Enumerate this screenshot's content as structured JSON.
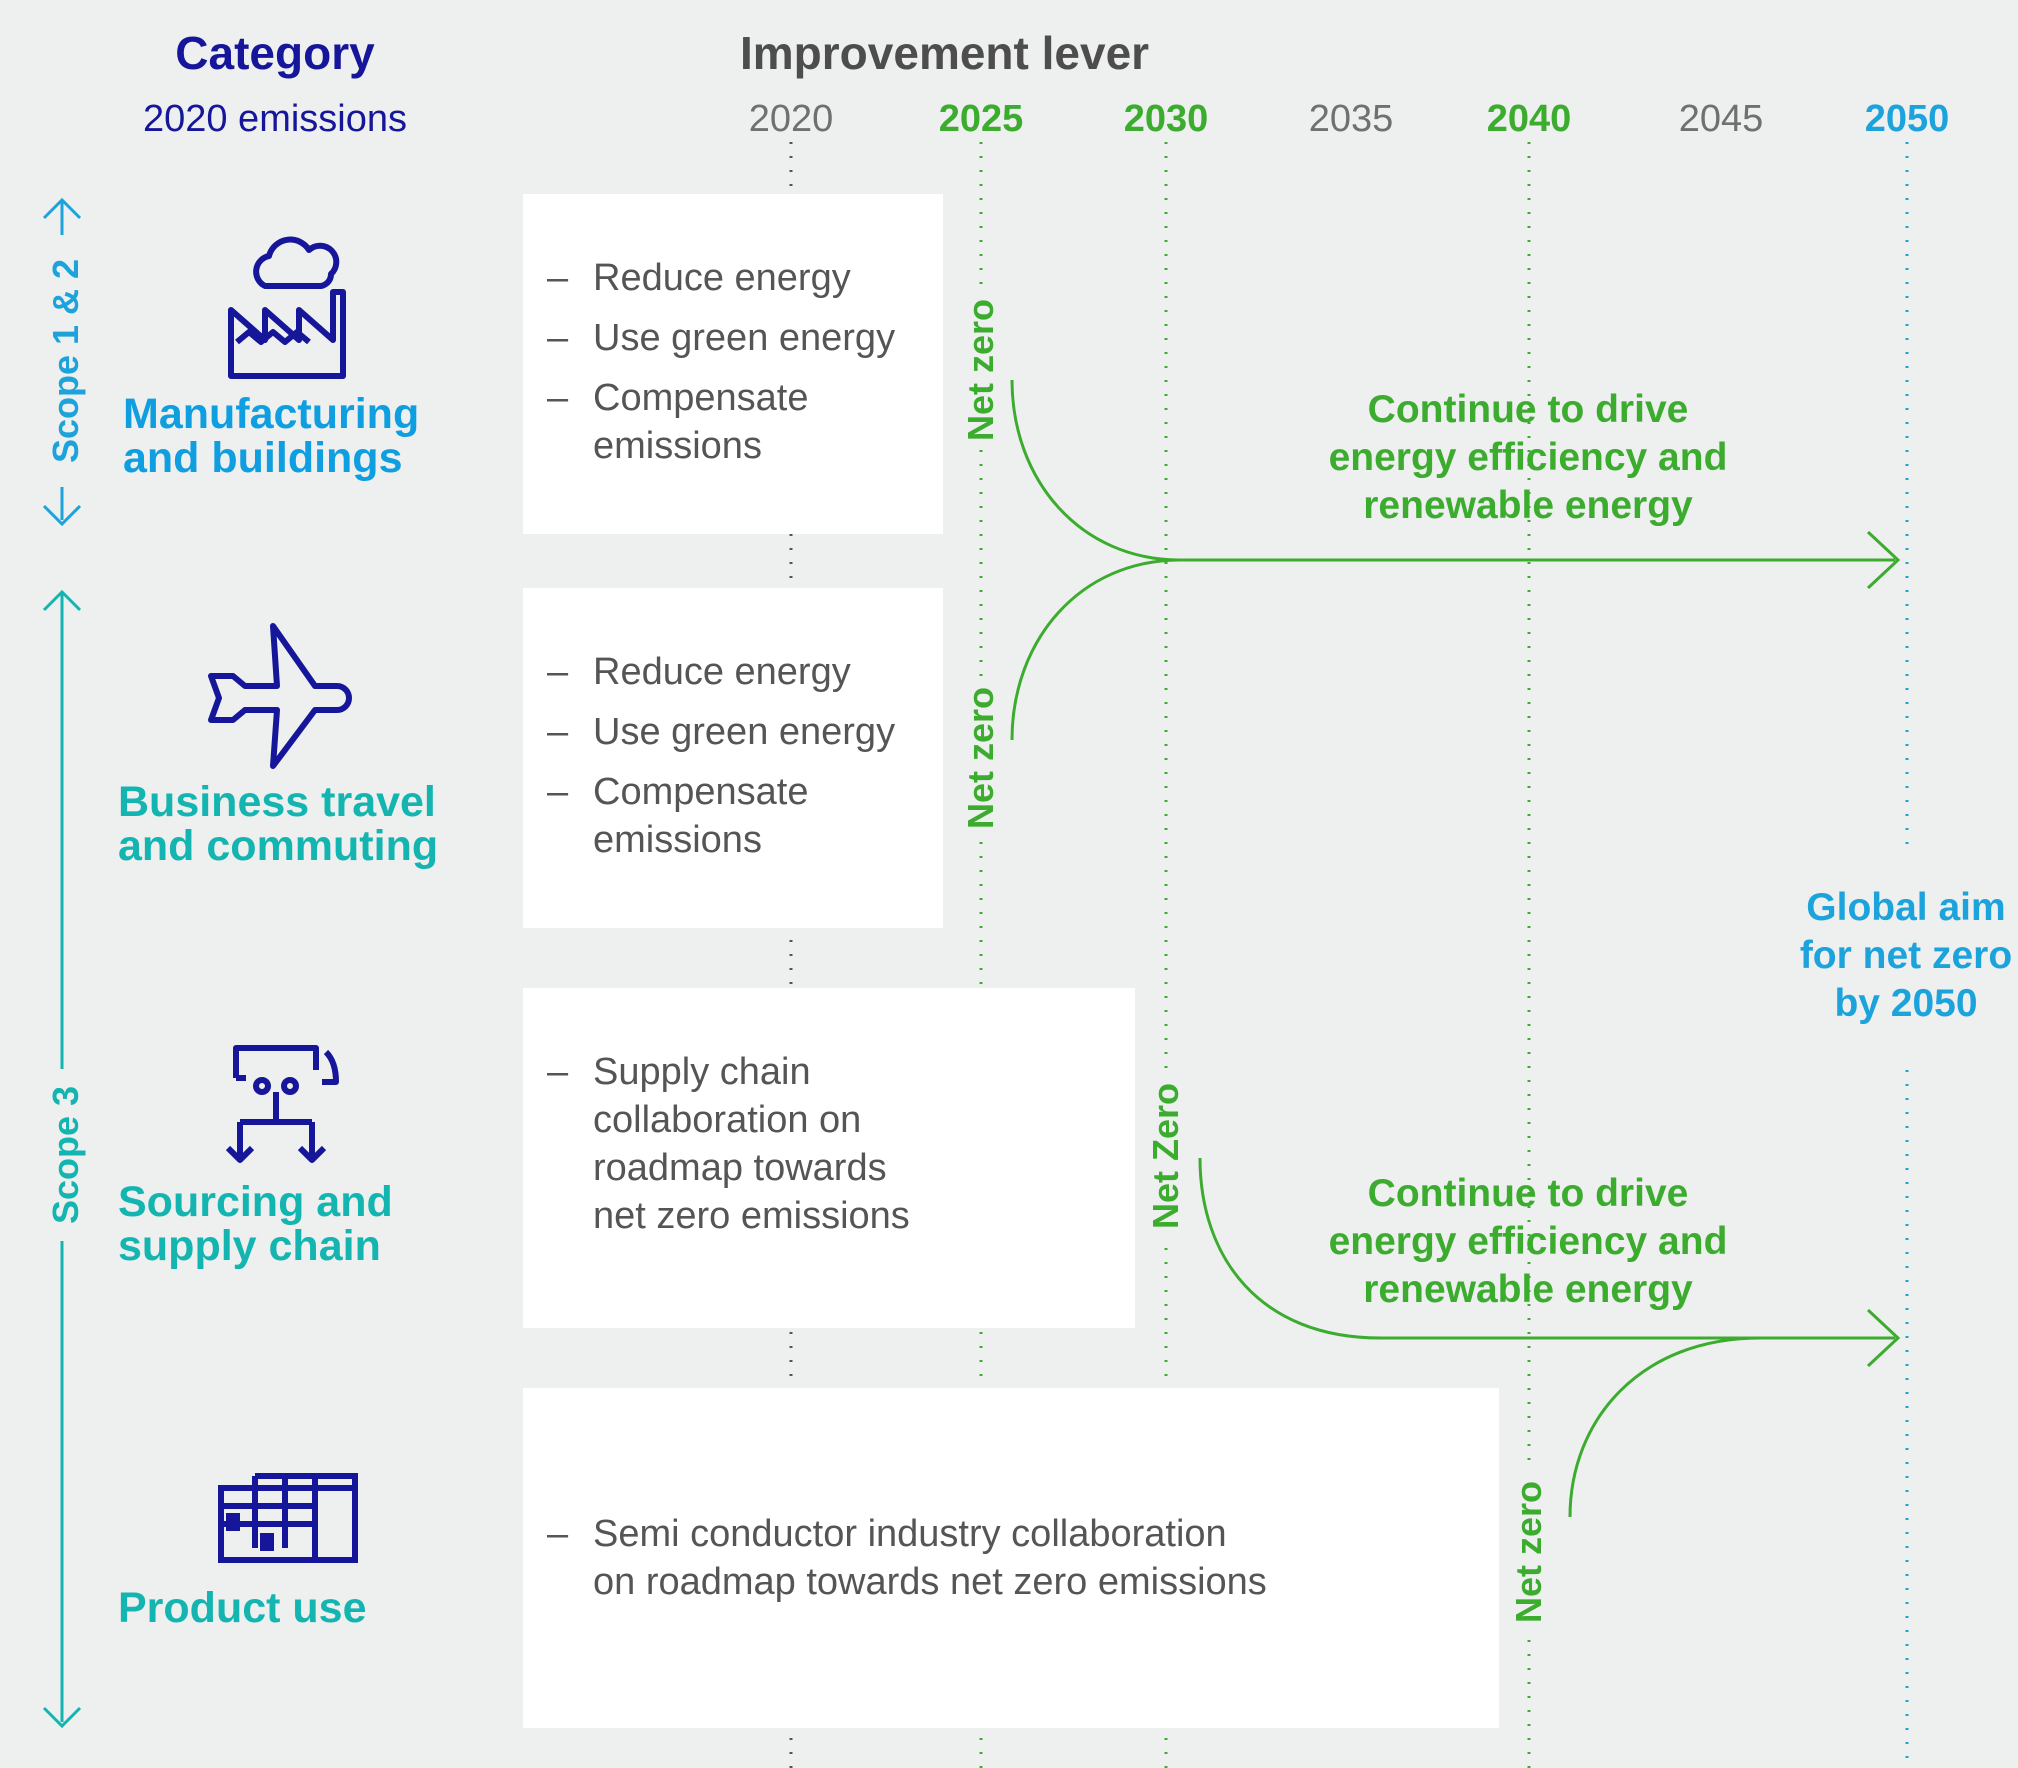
{
  "header": {
    "category": "Category",
    "subtitle": "2020 emissions",
    "lever": "Improvement lever"
  },
  "years": [
    "2020",
    "2025",
    "2030",
    "2035",
    "2040",
    "2045",
    "2050"
  ],
  "colors": {
    "background": "#eeefef",
    "navy": "#16169a",
    "green": "#3cac2f",
    "blue": "#1da3dc",
    "teal": "#14b5b0",
    "grey_text": "#555555"
  },
  "scopes": {
    "scope12": "Scope 1 & 2",
    "scope3": "Scope 3"
  },
  "categories": [
    {
      "label": "Manufacturing\nand buildings",
      "icon": "factory-icon"
    },
    {
      "label": "Business travel\nand commuting",
      "icon": "airplane-icon"
    },
    {
      "label": "Sourcing and\nsupply chain",
      "icon": "supply-chain-icon"
    },
    {
      "label": "Product use",
      "icon": "chip-icon"
    }
  ],
  "levers": [
    [
      "Reduce energy",
      "Use green energy",
      "Compensate\nemissions"
    ],
    [
      "Reduce energy",
      "Use green energy",
      "Compensate\nemissions"
    ],
    [
      "Supply chain\ncollaboration on\nroadmap towards\nnet zero emissions"
    ],
    [
      "Semi conductor industry collaboration\non roadmap towards net zero emissions"
    ]
  ],
  "net_zero": {
    "row1": "Net zero",
    "row2": "Net zero",
    "row3": "Net Zero",
    "row4": "Net zero"
  },
  "continue_text_1": "Continue to drive\nenergy efficiency and\nrenewable energy",
  "continue_text_2": "Continue to drive\nenergy efficiency and\nrenewable energy",
  "global_aim": "Global aim\nfor net zero\nby 2050"
}
